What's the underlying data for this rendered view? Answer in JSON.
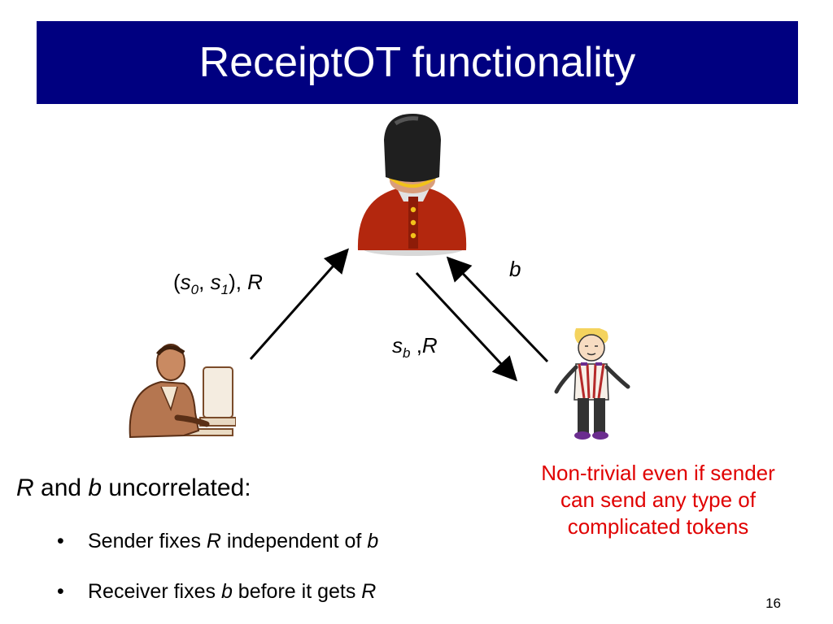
{
  "slide": {
    "title": "ReceiptOT functionality",
    "page_number": "16"
  },
  "arrows": {
    "sender_to_guard": {
      "open": "(",
      "s0": "s",
      "s0_sub": "0",
      "comma1": ", ",
      "s1": "s",
      "s1_sub": "1",
      "close": "), ",
      "r": "R"
    },
    "guard_to_receiver": {
      "s": "s",
      "sub": "b",
      "sep": " ,",
      "r": "R"
    },
    "receiver_to_guard": {
      "b": "b"
    }
  },
  "left": {
    "heading": {
      "r": "R",
      "and": " and ",
      "b": "b",
      "rest": " uncorrelated:"
    },
    "bullets": [
      {
        "dot": "•",
        "pre": "Sender fixes ",
        "var": "R",
        "post": " independent of ",
        "var2": "b"
      },
      {
        "dot": "•",
        "pre": "Receiver fixes ",
        "var": "b",
        "post": " before it gets ",
        "var2": "R"
      }
    ]
  },
  "note": {
    "lines": [
      "Non-trivial even if sender",
      "can send any type of",
      "complicated tokens"
    ],
    "color": "#e00000"
  },
  "colors": {
    "title_bg": "#000080",
    "title_fg": "#ffffff"
  },
  "icons": [
    "royal-guard-icon",
    "sender-at-computer-icon",
    "receiver-boy-icon"
  ]
}
